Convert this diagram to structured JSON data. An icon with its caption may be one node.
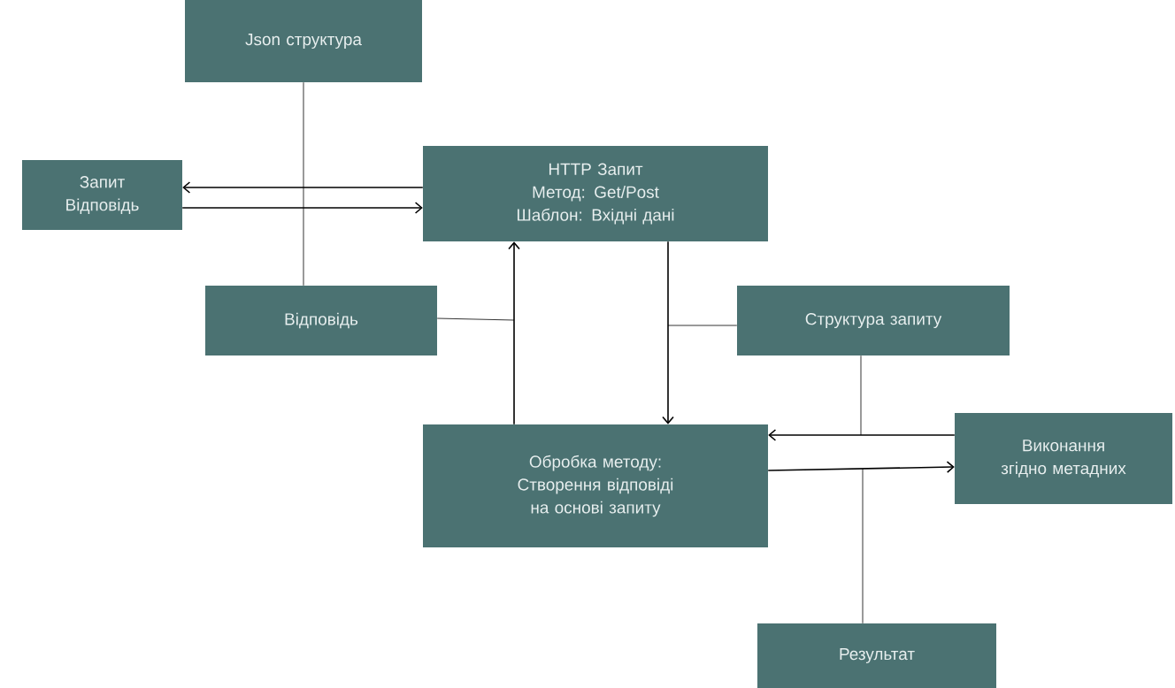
{
  "diagram": {
    "nodes": [
      {
        "text": [
          "Json структура"
        ]
      },
      {
        "text": [
          "Запит Відповідь"
        ]
      },
      {
        "text": [
          "HTTP Запит",
          "Метод: Get/Post",
          "Шаблон: Вхідні дані"
        ]
      },
      {
        "text": [
          "Відповідь"
        ]
      },
      {
        "text": [
          "Структура запиту"
        ]
      },
      {
        "text": [
          "Обробка методу:",
          "Створення відповіді на основі запиту"
        ]
      },
      {
        "text": [
          "Виконання згідно метадних"
        ]
      },
      {
        "text": [
          "Результат"
        ]
      }
    ],
    "edges": [
      {
        "from": 2,
        "to": 1,
        "arrow": "to"
      },
      {
        "from": 1,
        "to": 2,
        "arrow": "to"
      },
      {
        "from": 0,
        "to": 3,
        "arrow": "none"
      },
      {
        "from": 5,
        "to": 2,
        "arrow": "to"
      },
      {
        "from": 3,
        "to": null,
        "arrow": "none"
      },
      {
        "from": 2,
        "to": 5,
        "arrow": "to"
      },
      {
        "from": 4,
        "to": null,
        "arrow": "none"
      },
      {
        "from": 6,
        "to": 5,
        "arrow": "to"
      },
      {
        "from": 5,
        "to": 6,
        "arrow": "to"
      },
      {
        "from": 4,
        "to": null,
        "arrow": "none"
      },
      {
        "from": 7,
        "to": null,
        "arrow": "none"
      }
    ]
  }
}
